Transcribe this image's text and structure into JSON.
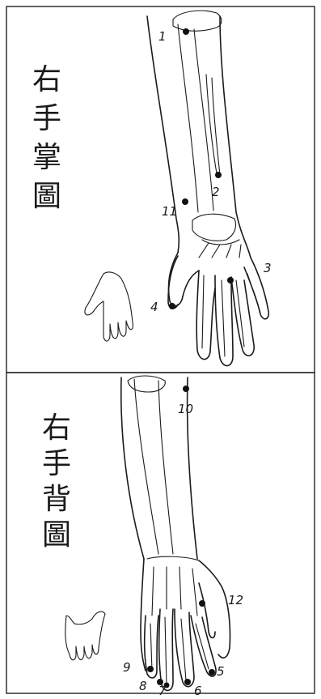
{
  "panels": [
    {
      "id": "palm",
      "caption_chars": [
        "右",
        "手",
        "掌",
        "圖"
      ],
      "points": [
        {
          "label": "1"
        },
        {
          "label": "2"
        },
        {
          "label": "11"
        },
        {
          "label": "3"
        },
        {
          "label": "4"
        }
      ]
    },
    {
      "id": "back",
      "caption_chars": [
        "右",
        "手",
        "背",
        "圖"
      ],
      "points": [
        {
          "label": "10"
        },
        {
          "label": "12"
        },
        {
          "label": "9"
        },
        {
          "label": "8"
        },
        {
          "label": "7"
        },
        {
          "label": "6"
        },
        {
          "label": "5"
        }
      ]
    }
  ],
  "colors": {
    "ink": "#1a1a1a",
    "paper": "#ffffff"
  }
}
